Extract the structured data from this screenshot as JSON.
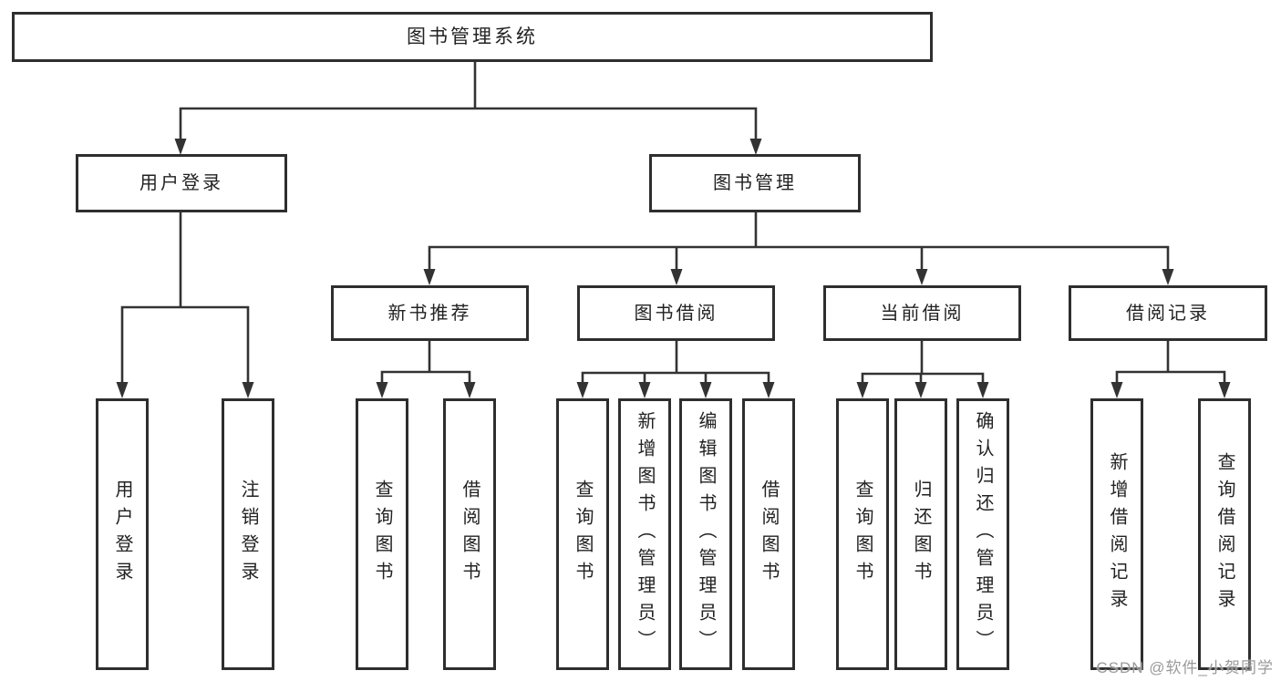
{
  "nodes": {
    "root": "图书管理系统",
    "user_login": "用户登录",
    "book_manage": "图书管理",
    "new_book": "新书推荐",
    "book_borrow": "图书借阅",
    "current_borrow": "当前借阅",
    "borrow_records": "借阅记录",
    "login_children": [
      "用户登录",
      "注销登录"
    ],
    "new_book_children": [
      "查询图书",
      "借阅图书"
    ],
    "book_borrow_children": [
      "查询图书",
      "新增图书（管理员）",
      "编辑图书（管理员）",
      "借阅图书"
    ],
    "current_borrow_children": [
      "查询图书",
      "归还图书",
      "确认归还（管理员）"
    ],
    "borrow_records_children": [
      "新增借阅记录",
      "查询借阅记录"
    ]
  },
  "watermark": "CSDN @软件_小贺同学",
  "colors": {
    "line": "#333333",
    "border": "#2e2e2e",
    "text": "#222222",
    "bg": "#ffffff",
    "watermark": "#9a9a9a"
  }
}
